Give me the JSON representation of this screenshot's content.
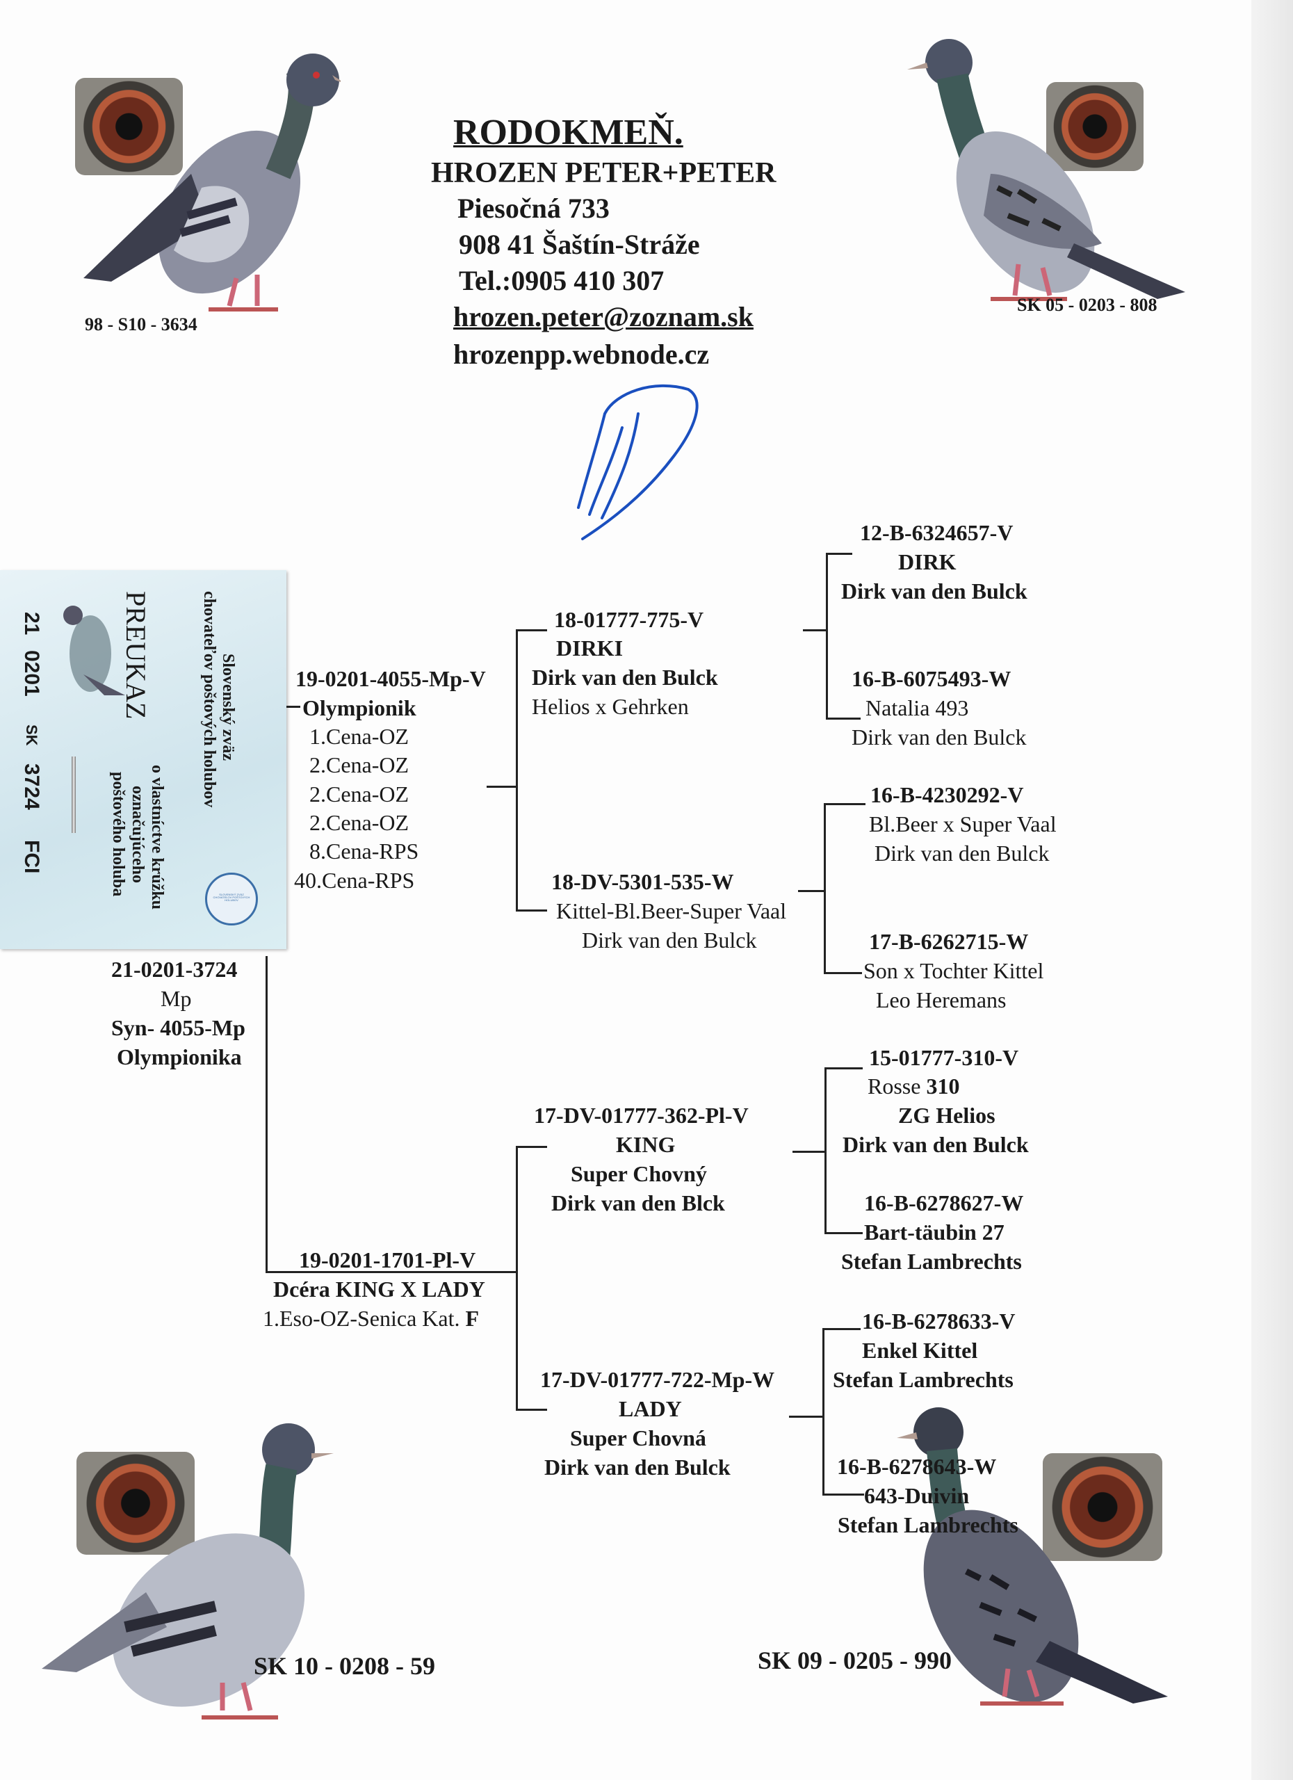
{
  "header": {
    "title": "RODOKMEŇ.",
    "owner": "HROZEN PETER+PETER",
    "street": "Piesočná 733",
    "city": "908 41 Šaštín-Stráže",
    "phone": "Tel.:0905 410 307",
    "email": "hrozen.peter@zoznam.sk",
    "web": "hrozenpp.webnode.cz"
  },
  "photos": {
    "top_left_ring": "98 - S10 - 3634",
    "top_right_ring": "SK 05 - 0203 - 808",
    "bottom_left_ring": "SK 10 - 0208 - 59",
    "bottom_right_ring": "SK 09 - 0205 - 990"
  },
  "card": {
    "union_line1": "Slovenský zväz",
    "union_line2": "chovateľov poštových holubov",
    "title": "PREUKAZ",
    "desc_line1": "o vlastníctve krúžku",
    "desc_line2": "označujúceho",
    "desc_line3": "poštového holuba",
    "num_line1": "21",
    "num_line2": "0201",
    "num_line3": "SK",
    "num_line4": "3724",
    "num_line5": "FCI",
    "seal_text": "SLOVENSKÝ ZVÄZ CHOVATEĽOV POŠTOVÝCH HOLUBOV"
  },
  "subject": {
    "ring": "21-0201-3724",
    "sex": "Mp",
    "line3": "Syn- 4055-Mp",
    "line4": "Olympionika"
  },
  "sire": {
    "ring": "19-0201-4055-Mp-V",
    "name": "Olympionik",
    "results": [
      "1.Cena-OZ",
      "2.Cena-OZ",
      "2.Cena-OZ",
      "2.Cena-OZ",
      "8.Cena-RPS",
      "40.Cena-RPS"
    ]
  },
  "dam": {
    "ring": "19-0201-1701-Pl-V",
    "name": "Dcéra KING X LADY",
    "result_text": "1.Eso-OZ-Senica Kat. ",
    "result_cat": "F"
  },
  "ss": {
    "ring": "18-01777-775-V",
    "name": "DIRKI",
    "breeder": "Dirk van den Bulck",
    "pedigree": "Helios x Gehrken"
  },
  "sd": {
    "ring": "18-DV-5301-535-W",
    "pedigree": "Kittel-Bl.Beer-Super Vaal",
    "breeder": "Dirk van den Bulck"
  },
  "ds": {
    "ring": "17-DV-01777-362-Pl-V",
    "name": "KING",
    "note": "Super Chovný",
    "breeder": "Dirk van den Blck"
  },
  "dd": {
    "ring": "17-DV-01777-722-Mp-W",
    "name": "LADY",
    "note": "Super Chovná",
    "breeder": "Dirk van den Bulck"
  },
  "sss": {
    "ring": "12-B-6324657-V",
    "name": "DIRK",
    "breeder": "Dirk van den Bulck"
  },
  "ssd": {
    "ring": "16-B-6075493-W",
    "name": "Natalia 493",
    "breeder": "Dirk van den Bulck"
  },
  "sds": {
    "ring": "16-B-4230292-V",
    "pedigree": "Bl.Beer x Super Vaal",
    "breeder": "Dirk van den Bulck"
  },
  "sdd": {
    "ring": "17-B-6262715-W",
    "pedigree": "Son x Tochter Kittel",
    "breeder": "Leo Heremans"
  },
  "dss": {
    "ring": "15-01777-310-V",
    "name_pre": "Rosse ",
    "name_num": "310",
    "sire_name": "ZG Helios",
    "breeder": "Dirk van den Bulck"
  },
  "dsd": {
    "ring": "16-B-6278627-W",
    "name": "Bart-täubin 27",
    "breeder": "Stefan Lambrechts"
  },
  "dds": {
    "ring": "16-B-6278633-V",
    "name": "Enkel Kittel",
    "breeder": "Stefan Lambrechts"
  },
  "ddd": {
    "ring": "16-B-6278643-W",
    "name": "643-Duivin",
    "breeder": "Stefan Lambrechts"
  }
}
